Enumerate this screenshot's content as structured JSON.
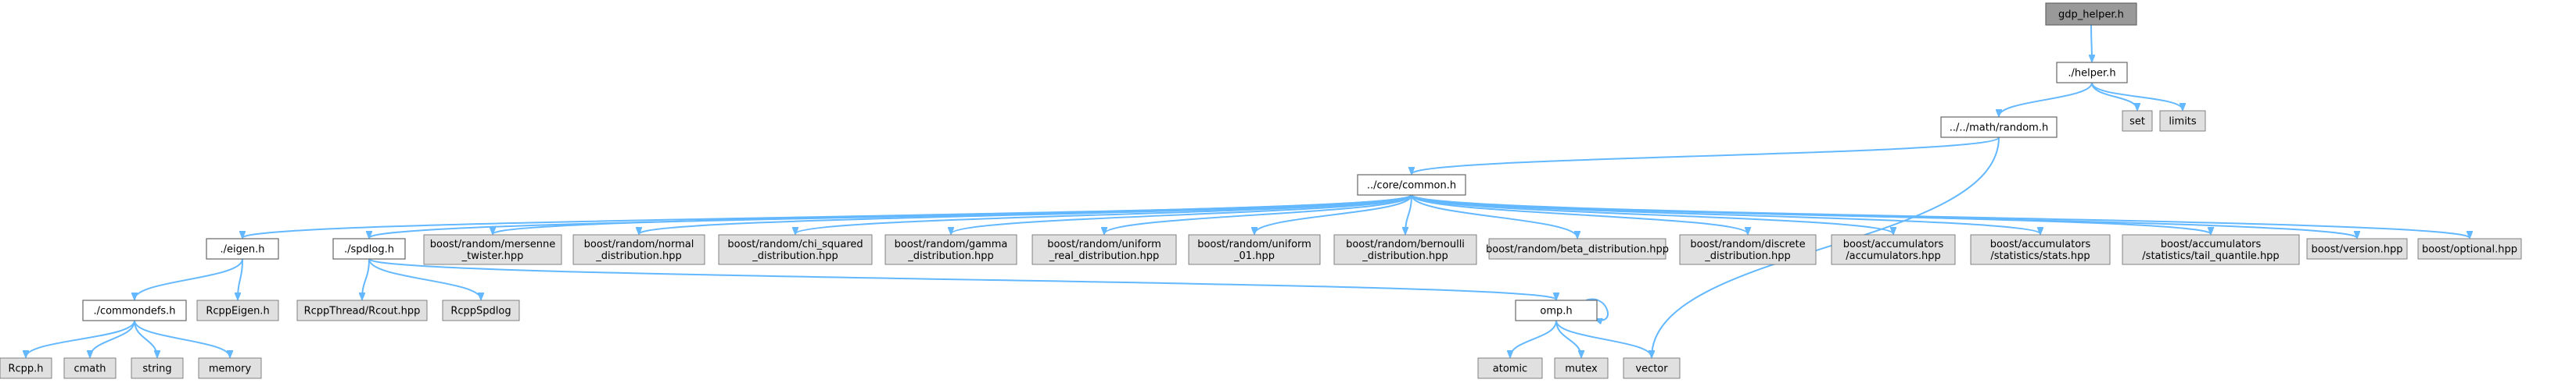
{
  "diagram": {
    "kind": "include dependency graph",
    "colors": {
      "edge": "#63b8ff",
      "root_fill": "#999999",
      "header_fill": "#ffffff",
      "external_fill": "#e0e0e0",
      "border": "#666666",
      "text": "#000000"
    },
    "nodes": {
      "gdp_helper": {
        "lines": [
          "gdp_helper.h"
        ],
        "kind": "root"
      },
      "helper": {
        "lines": [
          "./helper.h"
        ],
        "kind": "header"
      },
      "set": {
        "lines": [
          "set"
        ],
        "kind": "external"
      },
      "limits": {
        "lines": [
          "limits"
        ],
        "kind": "external"
      },
      "random": {
        "lines": [
          "../../math/random.h"
        ],
        "kind": "header"
      },
      "common": {
        "lines": [
          "../core/common.h"
        ],
        "kind": "header"
      },
      "eigen": {
        "lines": [
          "./eigen.h"
        ],
        "kind": "header"
      },
      "spdlog": {
        "lines": [
          "./spdlog.h"
        ],
        "kind": "header"
      },
      "mersenne": {
        "lines": [
          "boost/random/mersenne",
          "_twister.hpp"
        ],
        "kind": "external"
      },
      "normal": {
        "lines": [
          "boost/random/normal",
          "_distribution.hpp"
        ],
        "kind": "external"
      },
      "chisq": {
        "lines": [
          "boost/random/chi_squared",
          "_distribution.hpp"
        ],
        "kind": "external"
      },
      "gamma": {
        "lines": [
          "boost/random/gamma",
          "_distribution.hpp"
        ],
        "kind": "external"
      },
      "unif_real": {
        "lines": [
          "boost/random/uniform",
          "_real_distribution.hpp"
        ],
        "kind": "external"
      },
      "unif01": {
        "lines": [
          "boost/random/uniform",
          "_01.hpp"
        ],
        "kind": "external"
      },
      "bernoulli": {
        "lines": [
          "boost/random/bernoulli",
          "_distribution.hpp"
        ],
        "kind": "external"
      },
      "beta": {
        "lines": [
          "boost/random/beta_distribution.hpp"
        ],
        "kind": "external"
      },
      "discrete": {
        "lines": [
          "boost/random/discrete",
          "_distribution.hpp"
        ],
        "kind": "external"
      },
      "acc": {
        "lines": [
          "boost/accumulators",
          "/accumulators.hpp"
        ],
        "kind": "external"
      },
      "stats": {
        "lines": [
          "boost/accumulators",
          "/statistics/stats.hpp"
        ],
        "kind": "external"
      },
      "tailq": {
        "lines": [
          "boost/accumulators",
          "/statistics/tail_quantile.hpp"
        ],
        "kind": "external"
      },
      "version": {
        "lines": [
          "boost/version.hpp"
        ],
        "kind": "external"
      },
      "optional": {
        "lines": [
          "boost/optional.hpp"
        ],
        "kind": "external"
      },
      "commondefs": {
        "lines": [
          "./commondefs.h"
        ],
        "kind": "header"
      },
      "rcppeigen": {
        "lines": [
          "RcppEigen.h"
        ],
        "kind": "external"
      },
      "rcppthread": {
        "lines": [
          "RcppThread/Rcout.hpp"
        ],
        "kind": "external"
      },
      "rcppspdlog": {
        "lines": [
          "RcppSpdlog"
        ],
        "kind": "external"
      },
      "omp": {
        "lines": [
          "omp.h"
        ],
        "kind": "header"
      },
      "rcpp": {
        "lines": [
          "Rcpp.h"
        ],
        "kind": "external"
      },
      "cmath": {
        "lines": [
          "cmath"
        ],
        "kind": "external"
      },
      "string": {
        "lines": [
          "string"
        ],
        "kind": "external"
      },
      "memory": {
        "lines": [
          "memory"
        ],
        "kind": "external"
      },
      "atomic": {
        "lines": [
          "atomic"
        ],
        "kind": "external"
      },
      "mutex": {
        "lines": [
          "mutex"
        ],
        "kind": "external"
      },
      "vector": {
        "lines": [
          "vector"
        ],
        "kind": "external"
      }
    },
    "edges": [
      [
        "gdp_helper",
        "helper"
      ],
      [
        "helper",
        "random"
      ],
      [
        "helper",
        "set"
      ],
      [
        "helper",
        "limits"
      ],
      [
        "random",
        "common"
      ],
      [
        "random",
        "vector"
      ],
      [
        "common",
        "eigen"
      ],
      [
        "common",
        "spdlog"
      ],
      [
        "common",
        "mersenne"
      ],
      [
        "common",
        "normal"
      ],
      [
        "common",
        "chisq"
      ],
      [
        "common",
        "gamma"
      ],
      [
        "common",
        "unif_real"
      ],
      [
        "common",
        "unif01"
      ],
      [
        "common",
        "bernoulli"
      ],
      [
        "common",
        "beta"
      ],
      [
        "common",
        "discrete"
      ],
      [
        "common",
        "acc"
      ],
      [
        "common",
        "stats"
      ],
      [
        "common",
        "tailq"
      ],
      [
        "common",
        "version"
      ],
      [
        "common",
        "optional"
      ],
      [
        "eigen",
        "commondefs"
      ],
      [
        "eigen",
        "rcppeigen"
      ],
      [
        "spdlog",
        "rcppthread"
      ],
      [
        "spdlog",
        "rcppspdlog"
      ],
      [
        "spdlog",
        "omp"
      ],
      [
        "commondefs",
        "rcpp"
      ],
      [
        "commondefs",
        "cmath"
      ],
      [
        "commondefs",
        "string"
      ],
      [
        "commondefs",
        "memory"
      ],
      [
        "omp",
        "omp"
      ],
      [
        "omp",
        "atomic"
      ],
      [
        "omp",
        "mutex"
      ],
      [
        "omp",
        "vector"
      ]
    ]
  }
}
